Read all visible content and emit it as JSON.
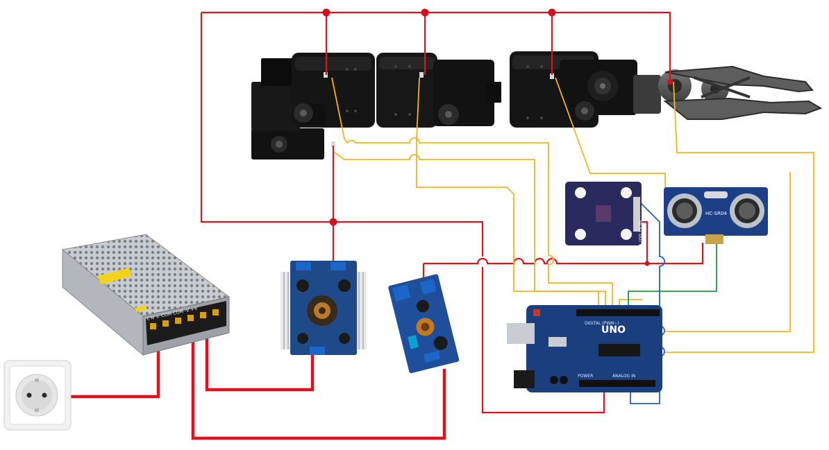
{
  "colors": {
    "power_wire": "#e0121e",
    "signal_wire": "#f6b418",
    "ground_wire": "#1f5fbf",
    "green_wire": "#1a9a3a",
    "junction": "#d4101c",
    "arm_body": "#141414",
    "board_blue": "#1b3f7e",
    "sensor_purple": "#2b2a5e"
  },
  "labels": {
    "psu_terminals": "L N ⏚ COM COM -V +V",
    "arduino_brand": "UNO",
    "arduino_digital": "DIGITAL (PWM~)",
    "arduino_power": "POWER",
    "arduino_analog": "ANALOG IN",
    "ultrasonic_model": "HC-SR04",
    "color_sensor_pins": "S0 S1 OUT S2 S3"
  }
}
